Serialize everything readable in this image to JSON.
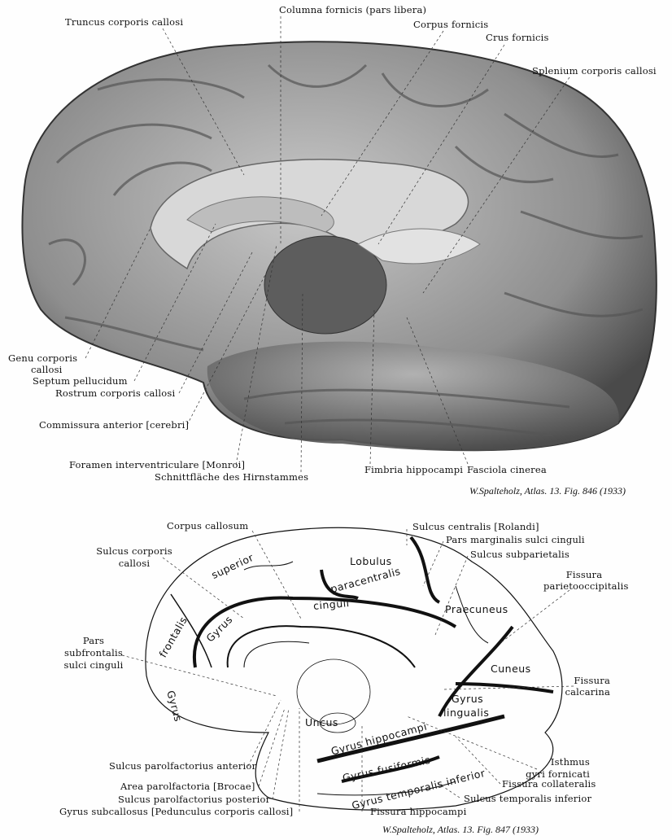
{
  "figure_846": {
    "labels": {
      "truncus": "Truncus corporis callosi",
      "columna": "Columna fornicis (pars libera)",
      "corpus_fornicis": "Corpus fornicis",
      "crus": "Crus fornicis",
      "splenium": "Splenium corporis callosi",
      "genu_1": "Genu corporis",
      "genu_2": "callosi",
      "septum": "Septum pellucidum",
      "rostrum": "Rostrum corporis callosi",
      "commissura": "Commissura anterior [cerebri]",
      "foramen": "Foramen interventriculare [Monroi]",
      "schnitt": "Schnittfläche des Hirnstammes",
      "fimbria": "Fimbria hippocampi",
      "fasciola": "Fasciola cinerea"
    },
    "caption": "W.Spalteholz, Atlas. 13. Fig. 846 (1933)"
  },
  "figure_847": {
    "labels": {
      "corpus_callosum": "Corpus callosum",
      "sulcus_corporis_1": "Sulcus corporis",
      "sulcus_corporis_2": "callosi",
      "pars_sub_1": "Pars",
      "pars_sub_2": "subfrontalis",
      "pars_sub_3": "sulci cinguli",
      "sulcus_centralis": "Sulcus centralis [Rolandi]",
      "pars_marginalis": "Pars marginalis sulci cinguli",
      "subparietalis": "Sulcus subparietalis",
      "parieto_1": "Fissura",
      "parieto_2": "parietooccipitalis",
      "calcarina_1": "Fissura",
      "calcarina_2": "calcarina",
      "isthmus_1": "Isthmus",
      "isthmus_2": "gyri fornicati",
      "collateralis": "Fissura collateralis",
      "temporalis_inf": "Sulcus temporalis inferior",
      "fissura_hippocampi": "Fissura hippocampi",
      "parolf_ant": "Sulcus parolfactorius anterior",
      "area_parolf": "Area parolfactoria [Brocae]",
      "parolf_post": "Sulcus parolfactorius posterior",
      "subcallosus": "Gyrus subcallosus [Pedunculus corporis callosi]"
    },
    "regions": {
      "superior": "superior",
      "lobulus": "Lobulus",
      "paracentralis": "paracentralis",
      "cinguli": "cinguli",
      "praecuneus": "Praecuneus",
      "frontalis": "frontalis",
      "gyrus_cinguli": "Gyrus",
      "gyrus_frontalis": "Gyrus",
      "cuneus": "Cuneus",
      "gyrus_lingualis": "Gyrus",
      "lingualis": "lingualis",
      "uncus": "Uncus",
      "hippocampi": "Gyrus hippocampi",
      "fusiformis": "Gyrus fusiformis",
      "temporalis": "Gyrus temporalis inferior"
    },
    "caption": "W.Spalteholz, Atlas. 13. Fig. 847 (1933)"
  }
}
